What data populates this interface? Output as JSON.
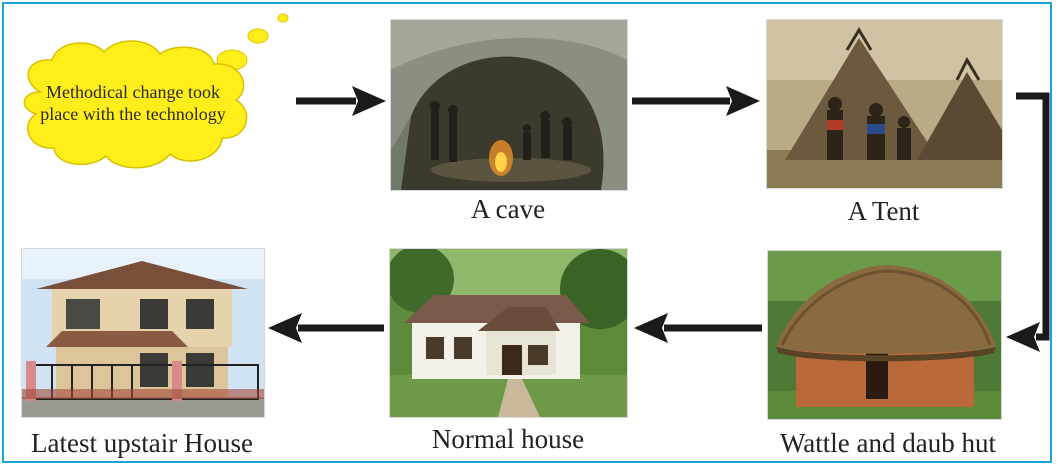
{
  "thought_bubble": {
    "text": "Methodical change took place with the technology",
    "color": "#ffee1a"
  },
  "stages": [
    {
      "caption": "A cave"
    },
    {
      "caption": "A Tent"
    },
    {
      "caption": "Wattle and daub hut"
    },
    {
      "caption": "Normal house"
    },
    {
      "caption": "Latest upstair House"
    }
  ],
  "colors": {
    "border": "#1aa3d9",
    "arrow": "#1a1a1a"
  }
}
